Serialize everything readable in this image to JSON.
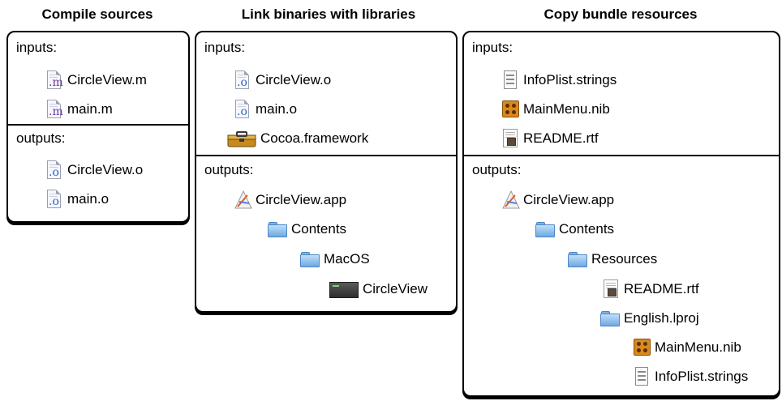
{
  "columns": [
    {
      "title": "Compile sources",
      "inputs_label": "inputs:",
      "outputs_label": "outputs:",
      "inputs": [
        "CircleView.m",
        "main.m"
      ],
      "outputs": [
        "CircleView.o",
        "main.o"
      ]
    },
    {
      "title": "Link binaries with libraries",
      "inputs_label": "inputs:",
      "outputs_label": "outputs:",
      "inputs": [
        "CircleView.o",
        "main.o",
        "Cocoa.framework"
      ],
      "outputs": [
        "CircleView.app",
        "Contents",
        "MacOS",
        "CircleView"
      ]
    },
    {
      "title": "Copy bundle resources",
      "inputs_label": "inputs:",
      "outputs_label": "outputs:",
      "inputs": [
        "InfoPlist.strings",
        "MainMenu.nib",
        "README.rtf"
      ],
      "outputs": [
        "CircleView.app",
        "Contents",
        "Resources",
        "README.rtf",
        "English.lproj",
        "MainMenu.nib",
        "InfoPlist.strings"
      ]
    }
  ],
  "icons": {
    "source": "source-file-icon",
    "object": "object-file-icon",
    "framework": "framework-icon",
    "app": "application-icon",
    "folder": "folder-icon",
    "executable": "executable-icon",
    "strings": "strings-file-icon",
    "nib": "nib-file-icon",
    "rtf": "rtf-file-icon"
  }
}
